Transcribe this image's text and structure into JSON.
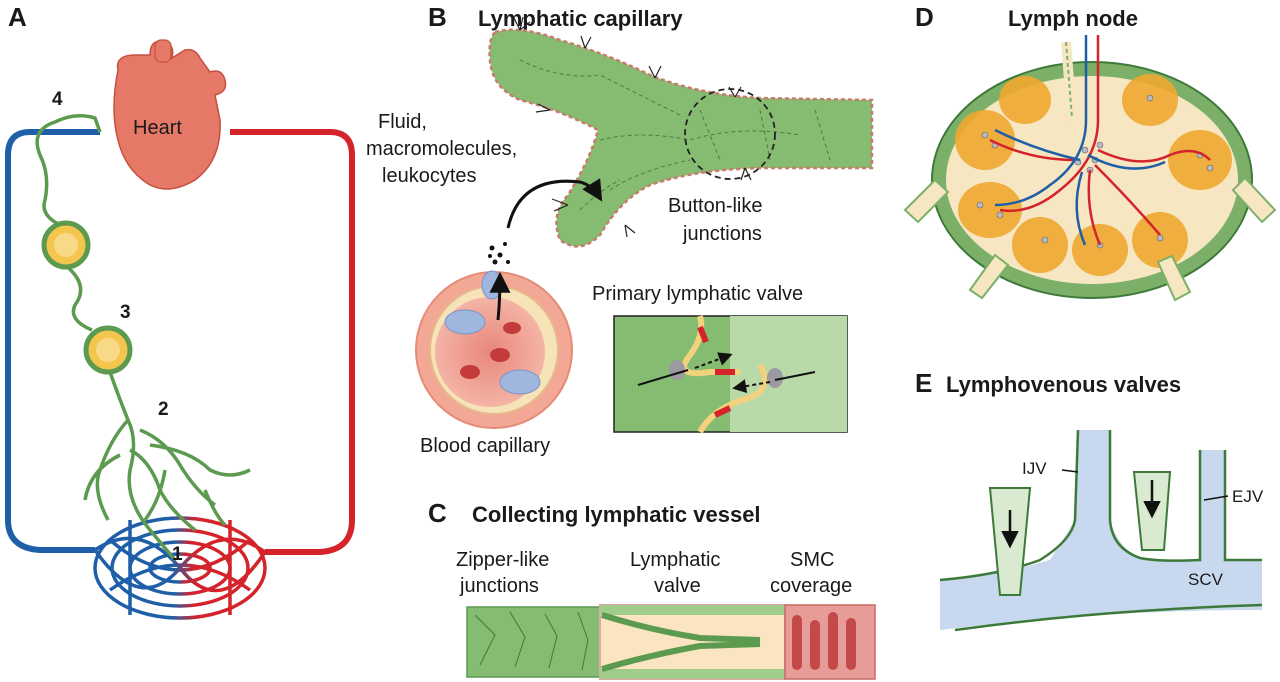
{
  "panels": {
    "a": {
      "letter": "A",
      "heart_label": "Heart",
      "numbers": [
        "4",
        "3",
        "2",
        "1"
      ]
    },
    "b": {
      "letter": "B",
      "title": "Lymphatic capillary",
      "fluid_label": [
        "Fluid,",
        "macromolecules,",
        "leukocytes"
      ],
      "button_label": [
        "Button-like",
        "junctions"
      ],
      "blood_capillary_label": "Blood capillary",
      "valve_label": "Primary lymphatic valve"
    },
    "c": {
      "letter": "C",
      "title": "Collecting lymphatic vessel",
      "zipper_label": [
        "Zipper-like",
        "junctions"
      ],
      "valve_label": [
        "Lymphatic",
        "valve"
      ],
      "smc_label": [
        "SMC",
        "coverage"
      ]
    },
    "d": {
      "letter": "D",
      "title": "Lymph node"
    },
    "e": {
      "letter": "E",
      "title": "Lymphovenous valves",
      "ijv": "IJV",
      "ejv": "EJV",
      "scv": "SCV"
    }
  },
  "colors": {
    "vein_blue": "#1f5fa8",
    "artery_red": "#d4232b",
    "lymph_green": "#7cb069",
    "lymph_dark": "#3d7a3a",
    "heart": "#e57866",
    "node_orange": "#f0a830",
    "vein_fill": "#c8d8ee"
  }
}
